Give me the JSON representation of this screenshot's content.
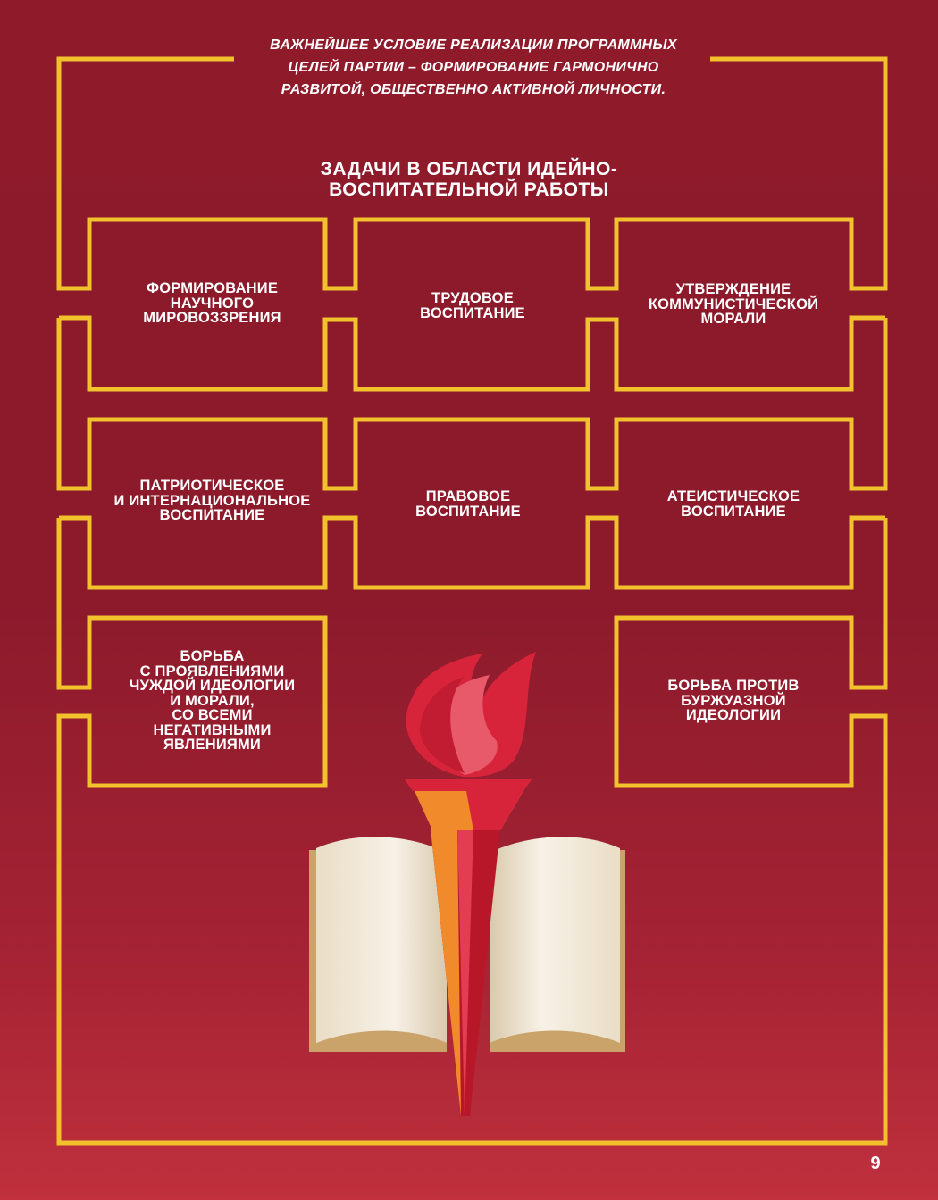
{
  "headline": "Важнейшее условие реализации программных\nцелей партии – формирование гармонично\nразвитой, общественно активной личности.",
  "section_title": "Задачи в области идейно-\nвоспитательной работы",
  "boxes": [
    {
      "label": "Формирование\nнаучного\nмировоззрения"
    },
    {
      "label": "Трудовое\nвоспитание"
    },
    {
      "label": "Утверждение\nкоммунистической\nморали"
    },
    {
      "label": "Патриотическое\nи интернациональное\nвоспитание"
    },
    {
      "label": "Правовое\nвоспитание"
    },
    {
      "label": "Атеистическое\nвоспитание"
    },
    {
      "label": "Борьба\nс проявлениями\nчуждой идеологии\nи морали,\nсо всеми\nнегативными\nявлениями"
    },
    {
      "label": "Борьба против\nбуржуазной\nидеологии"
    }
  ],
  "page_number": "9",
  "colors": {
    "background": "#8e1a2a",
    "frame": "#f2c22c",
    "text": "#ffffff",
    "flame": "#e23d52",
    "torch_orange": "#f08a2a",
    "book_page": "#f5ede0"
  },
  "icons": [
    "torch-icon",
    "open-book-icon"
  ]
}
